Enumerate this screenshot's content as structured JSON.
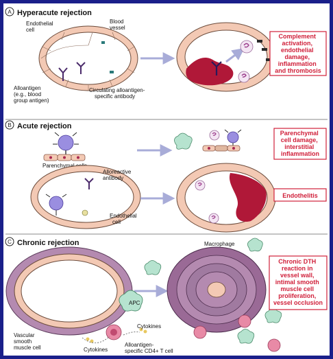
{
  "panels": {
    "A": {
      "letter": "A",
      "title": "Hyperacute rejection",
      "labels": {
        "endothelial_cell": [
          "Endothelial",
          "cell"
        ],
        "blood_vessel": [
          "Blood",
          "vessel"
        ],
        "alloantigen": [
          "Alloantigen",
          "(e.g., blood",
          "group antigen)"
        ],
        "antibody": [
          "Circulating alloantigen-",
          "specific antibody"
        ]
      },
      "outcome": [
        "Complement",
        "activation,",
        "endothelial",
        "damage,",
        "inflammation",
        "and thrombosis"
      ]
    },
    "B": {
      "letter": "B",
      "title": "Acute rejection",
      "labels": {
        "parenchymal_cells": "Parenchymal cells",
        "alloreactive_antibody": [
          "Alloreactive",
          "antibody"
        ],
        "endothelial_cell": [
          "Endothelial",
          "cell"
        ]
      },
      "outcome_1": [
        "Parenchymal",
        "cell damage,",
        "interstitial",
        "inflammation"
      ],
      "outcome_2": [
        "Endothelitis"
      ]
    },
    "C": {
      "letter": "C",
      "title": "Chronic rejection",
      "labels": {
        "macrophage": "Macrophage",
        "apc": "APC",
        "cytokines_1": "Cytokines",
        "cytokines_2": "Cytokines",
        "vascular_smooth_muscle": [
          "Vascular",
          "smooth",
          "muscle cell"
        ],
        "t_cell": [
          "Alloantigen-",
          "specific CD4+ T cell"
        ]
      },
      "outcome": [
        "Chronic DTH",
        "reaction in",
        "vessel wall,",
        "intimal smooth",
        "muscle cell",
        "proliferation,",
        "vessel occlusion"
      ]
    }
  },
  "colors": {
    "background": "#1a1f8a",
    "panel": "#ffffff",
    "outcome_text": "#d0203a",
    "outcome_border": "#d0203a",
    "arrow": "#a8acd8",
    "vessel_wall": "#f3c9b4",
    "nucleus": "#a82850",
    "clot": "#b01838",
    "lymphocyte": "#9a8ee0",
    "macrophage": "#b6e3cf",
    "t_cell": "#e88aa6",
    "smooth_muscle": "#b48ab0"
  },
  "icons": [
    "arrow-icon",
    "antibody-icon",
    "lymphocyte-icon",
    "macrophage-icon",
    "t-cell-icon",
    "vessel-icon",
    "clot-icon"
  ]
}
